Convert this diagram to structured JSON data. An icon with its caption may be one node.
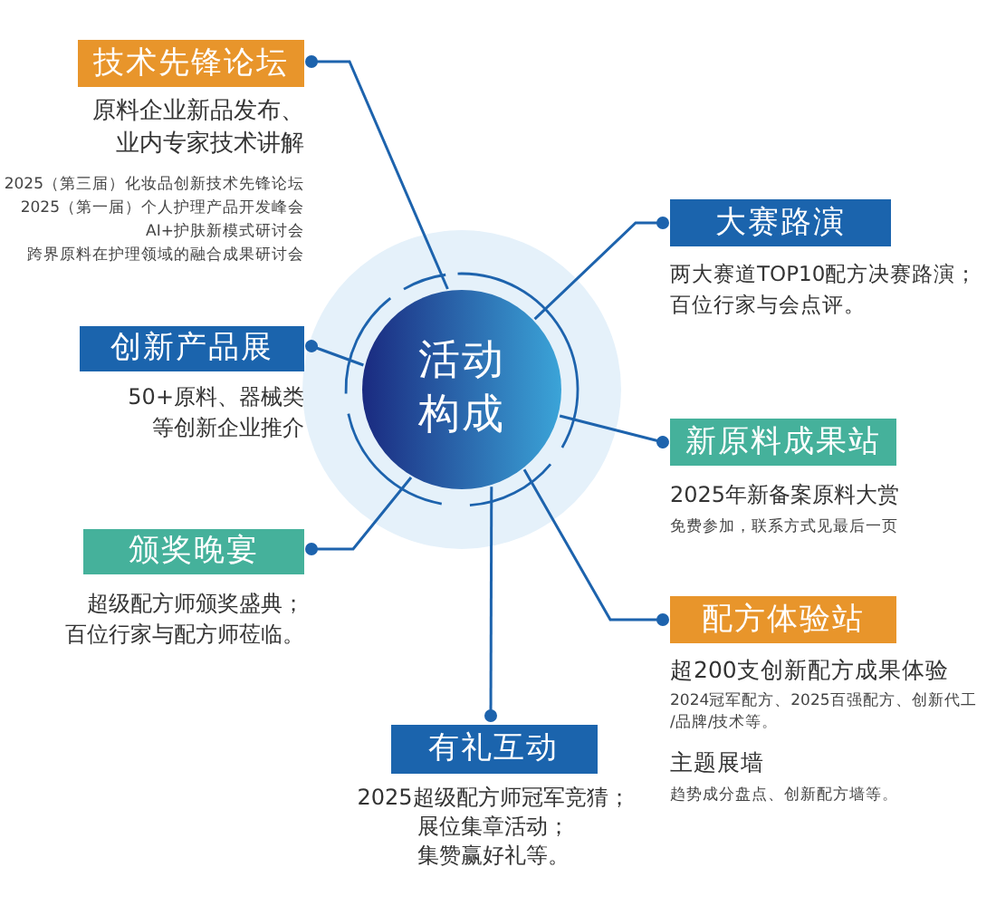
{
  "diagram": {
    "nodes": [
      {
        "text": [
          "活动构成"
        ]
      },
      {
        "text": [
          "技术先锋论坛",
          "原料企业新品发布、业内专家技术讲解"
        ]
      },
      {
        "text": [
          "创新产品展",
          "50+原料、器械类等创新企业推介"
        ]
      },
      {
        "text": [
          "颁奖晚宴",
          "超级配方师颁奖盛典；百位行家与配方师莅临。"
        ]
      },
      {
        "text": [
          "有礼互动",
          "2025超级配方师冠军竞猜；展位集章活动；集赞赢好礼等。"
        ]
      },
      {
        "text": [
          "大赛路演",
          "两大赛道TOP10配方决赛路演；百位行家与会点评。"
        ]
      },
      {
        "text": [
          "新原料成果站",
          "2025年新备案原料大赏",
          "免费参加，联系方式见最后一页"
        ]
      },
      {
        "text": [
          "配方体验站",
          "超200支创新配方成果体验",
          "2024冠军配方、2025百强配方、创新代工/品牌/技术等。"
        ]
      }
    ],
    "labels": [
      "2025（第三届）化妆品创新技术先锋论坛",
      "2025（第一届）个人护理产品开发峰会",
      "AI+护肤新模式研讨会",
      "跨界原料在护理领域的融合成果研讨会",
      "主题展墙",
      "趋势成分盘点、创新配方墙等。"
    ],
    "edges": [
      {
        "from": 0,
        "to": 1,
        "arrow": "other"
      },
      {
        "from": 0,
        "to": 2,
        "arrow": "other"
      },
      {
        "from": 0,
        "to": 3,
        "arrow": "other"
      },
      {
        "from": 0,
        "to": 4,
        "arrow": "other"
      },
      {
        "from": 0,
        "to": 5,
        "arrow": "other"
      },
      {
        "from": 0,
        "to": 6,
        "arrow": "other"
      },
      {
        "from": 0,
        "to": 7,
        "arrow": "other"
      }
    ]
  }
}
